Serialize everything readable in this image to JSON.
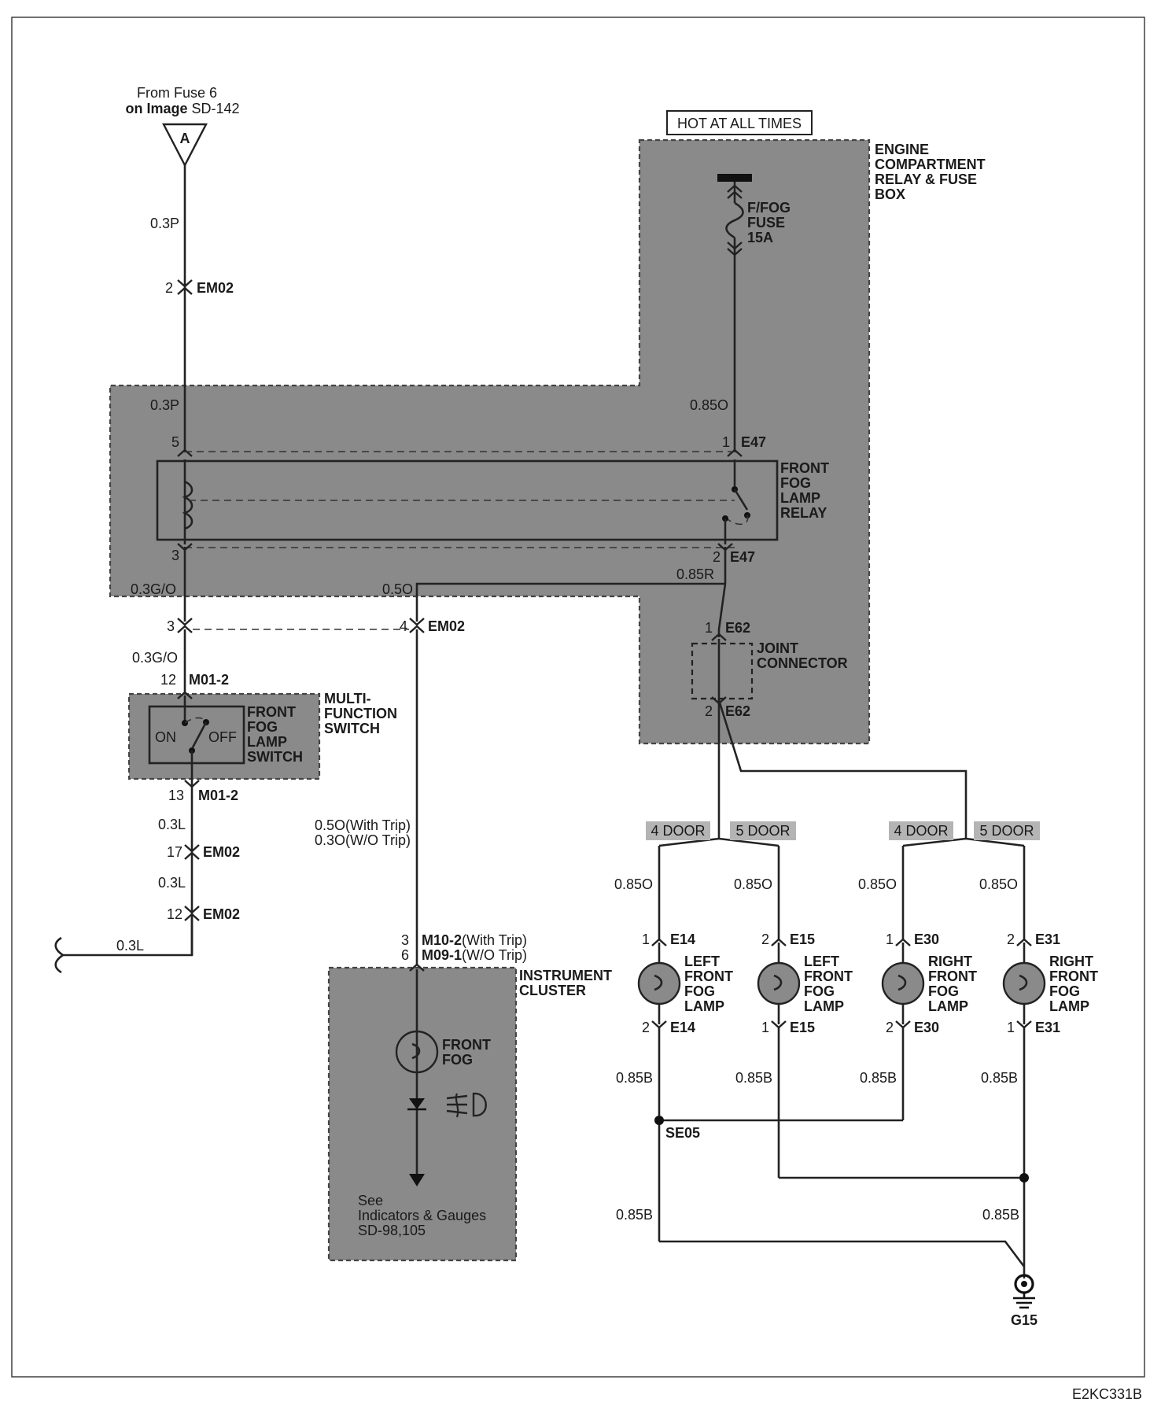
{
  "source": {
    "line1": "From Fuse 6",
    "line2_bold": "on Image",
    "line2_rest": " SD-142",
    "connector_letter": "A"
  },
  "hot_label": "HOT AT ALL TIMES",
  "engine_box": [
    "ENGINE",
    "COMPARTMENT",
    "RELAY & FUSE",
    "BOX"
  ],
  "fuse": [
    "F/FOG",
    "FUSE",
    "15A"
  ],
  "relay": [
    "FRONT",
    "FOG",
    "LAMP",
    "RELAY"
  ],
  "joint": [
    "JOINT",
    "CONNECTOR"
  ],
  "multi_switch": [
    "MULTI-",
    "FUNCTION",
    "SWITCH"
  ],
  "fog_switch": [
    "FRONT",
    "FOG",
    "LAMP",
    "SWITCH"
  ],
  "switch_on": "ON",
  "switch_off": "OFF",
  "cluster": [
    "INSTRUMENT",
    "CLUSTER"
  ],
  "cluster_fog": [
    "FRONT",
    "FOG"
  ],
  "cluster_see": [
    "See",
    "Indicators & Gauges",
    "SD-98,105"
  ],
  "wires": {
    "p03": "0.3P",
    "o085": "0.85O",
    "go03": "0.3G/O",
    "o05": "0.5O",
    "r085": "0.85R",
    "l03": "0.3L",
    "trip_with": "0.5O(With Trip)",
    "trip_without": "0.3O(W/O Trip)",
    "b085": "0.85B"
  },
  "pins": {
    "em02_2": "2",
    "em02_3": "3",
    "em02_4": "4",
    "em02_17": "17",
    "em02_12": "12",
    "r5": "5",
    "r3": "3",
    "e47_1": "1",
    "e47_2": "2",
    "e62_1": "1",
    "e62_2": "2",
    "m012_12": "12",
    "m012_13": "13",
    "m10_3": "3",
    "m09_6": "6",
    "e14_1": "1",
    "e14_2": "2",
    "e15_2": "2",
    "e15_1": "1",
    "e30_1": "1",
    "e30_2": "2",
    "e31_2": "2",
    "e31_1": "1"
  },
  "conn": {
    "em02": "EM02",
    "e47": "E47",
    "e62": "E62",
    "m012": "M01-2",
    "m10": "M10-2",
    "m10_note": "(With Trip)",
    "m09": "M09-1",
    "m09_note": "(W/O Trip)",
    "e14": "E14",
    "e15": "E15",
    "e30": "E30",
    "e31": "E31"
  },
  "doors": {
    "d4": "4 DOOR",
    "d5": "5 DOOR"
  },
  "lamps": {
    "left": [
      "LEFT",
      "FRONT",
      "FOG",
      "LAMP"
    ],
    "right": [
      "RIGHT",
      "FRONT",
      "FOG",
      "LAMP"
    ]
  },
  "splice": "SE05",
  "ground": "G15",
  "doc_code": "E2KC331B"
}
